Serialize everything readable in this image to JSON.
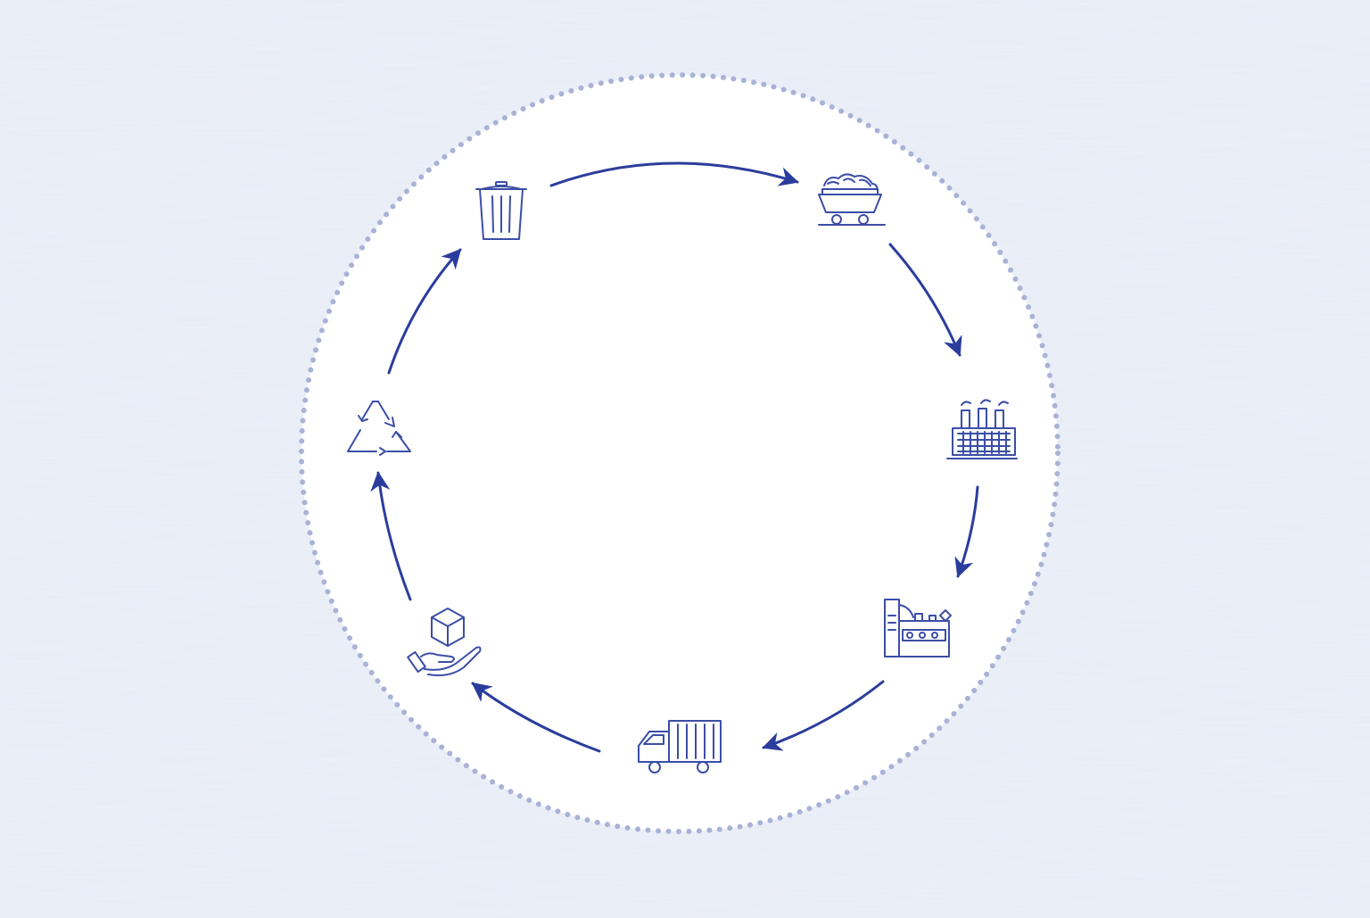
{
  "colors": {
    "background": "#e9edf6",
    "circle_fill": "#ffffff",
    "dot_border": "#a9b2d6",
    "icon_stroke": "#3b4ea6",
    "arrow": "#2b3d9c"
  },
  "cycle": {
    "direction": "clockwise",
    "stages": [
      {
        "id": "waste",
        "icon": "trash-can-icon"
      },
      {
        "id": "raw-material",
        "icon": "mine-cart-icon"
      },
      {
        "id": "processing",
        "icon": "factory-icon"
      },
      {
        "id": "manufacturing",
        "icon": "production-line-icon"
      },
      {
        "id": "distribution",
        "icon": "delivery-truck-icon"
      },
      {
        "id": "consumption",
        "icon": "hand-with-box-icon"
      },
      {
        "id": "recycling",
        "icon": "recycle-icon"
      }
    ]
  }
}
